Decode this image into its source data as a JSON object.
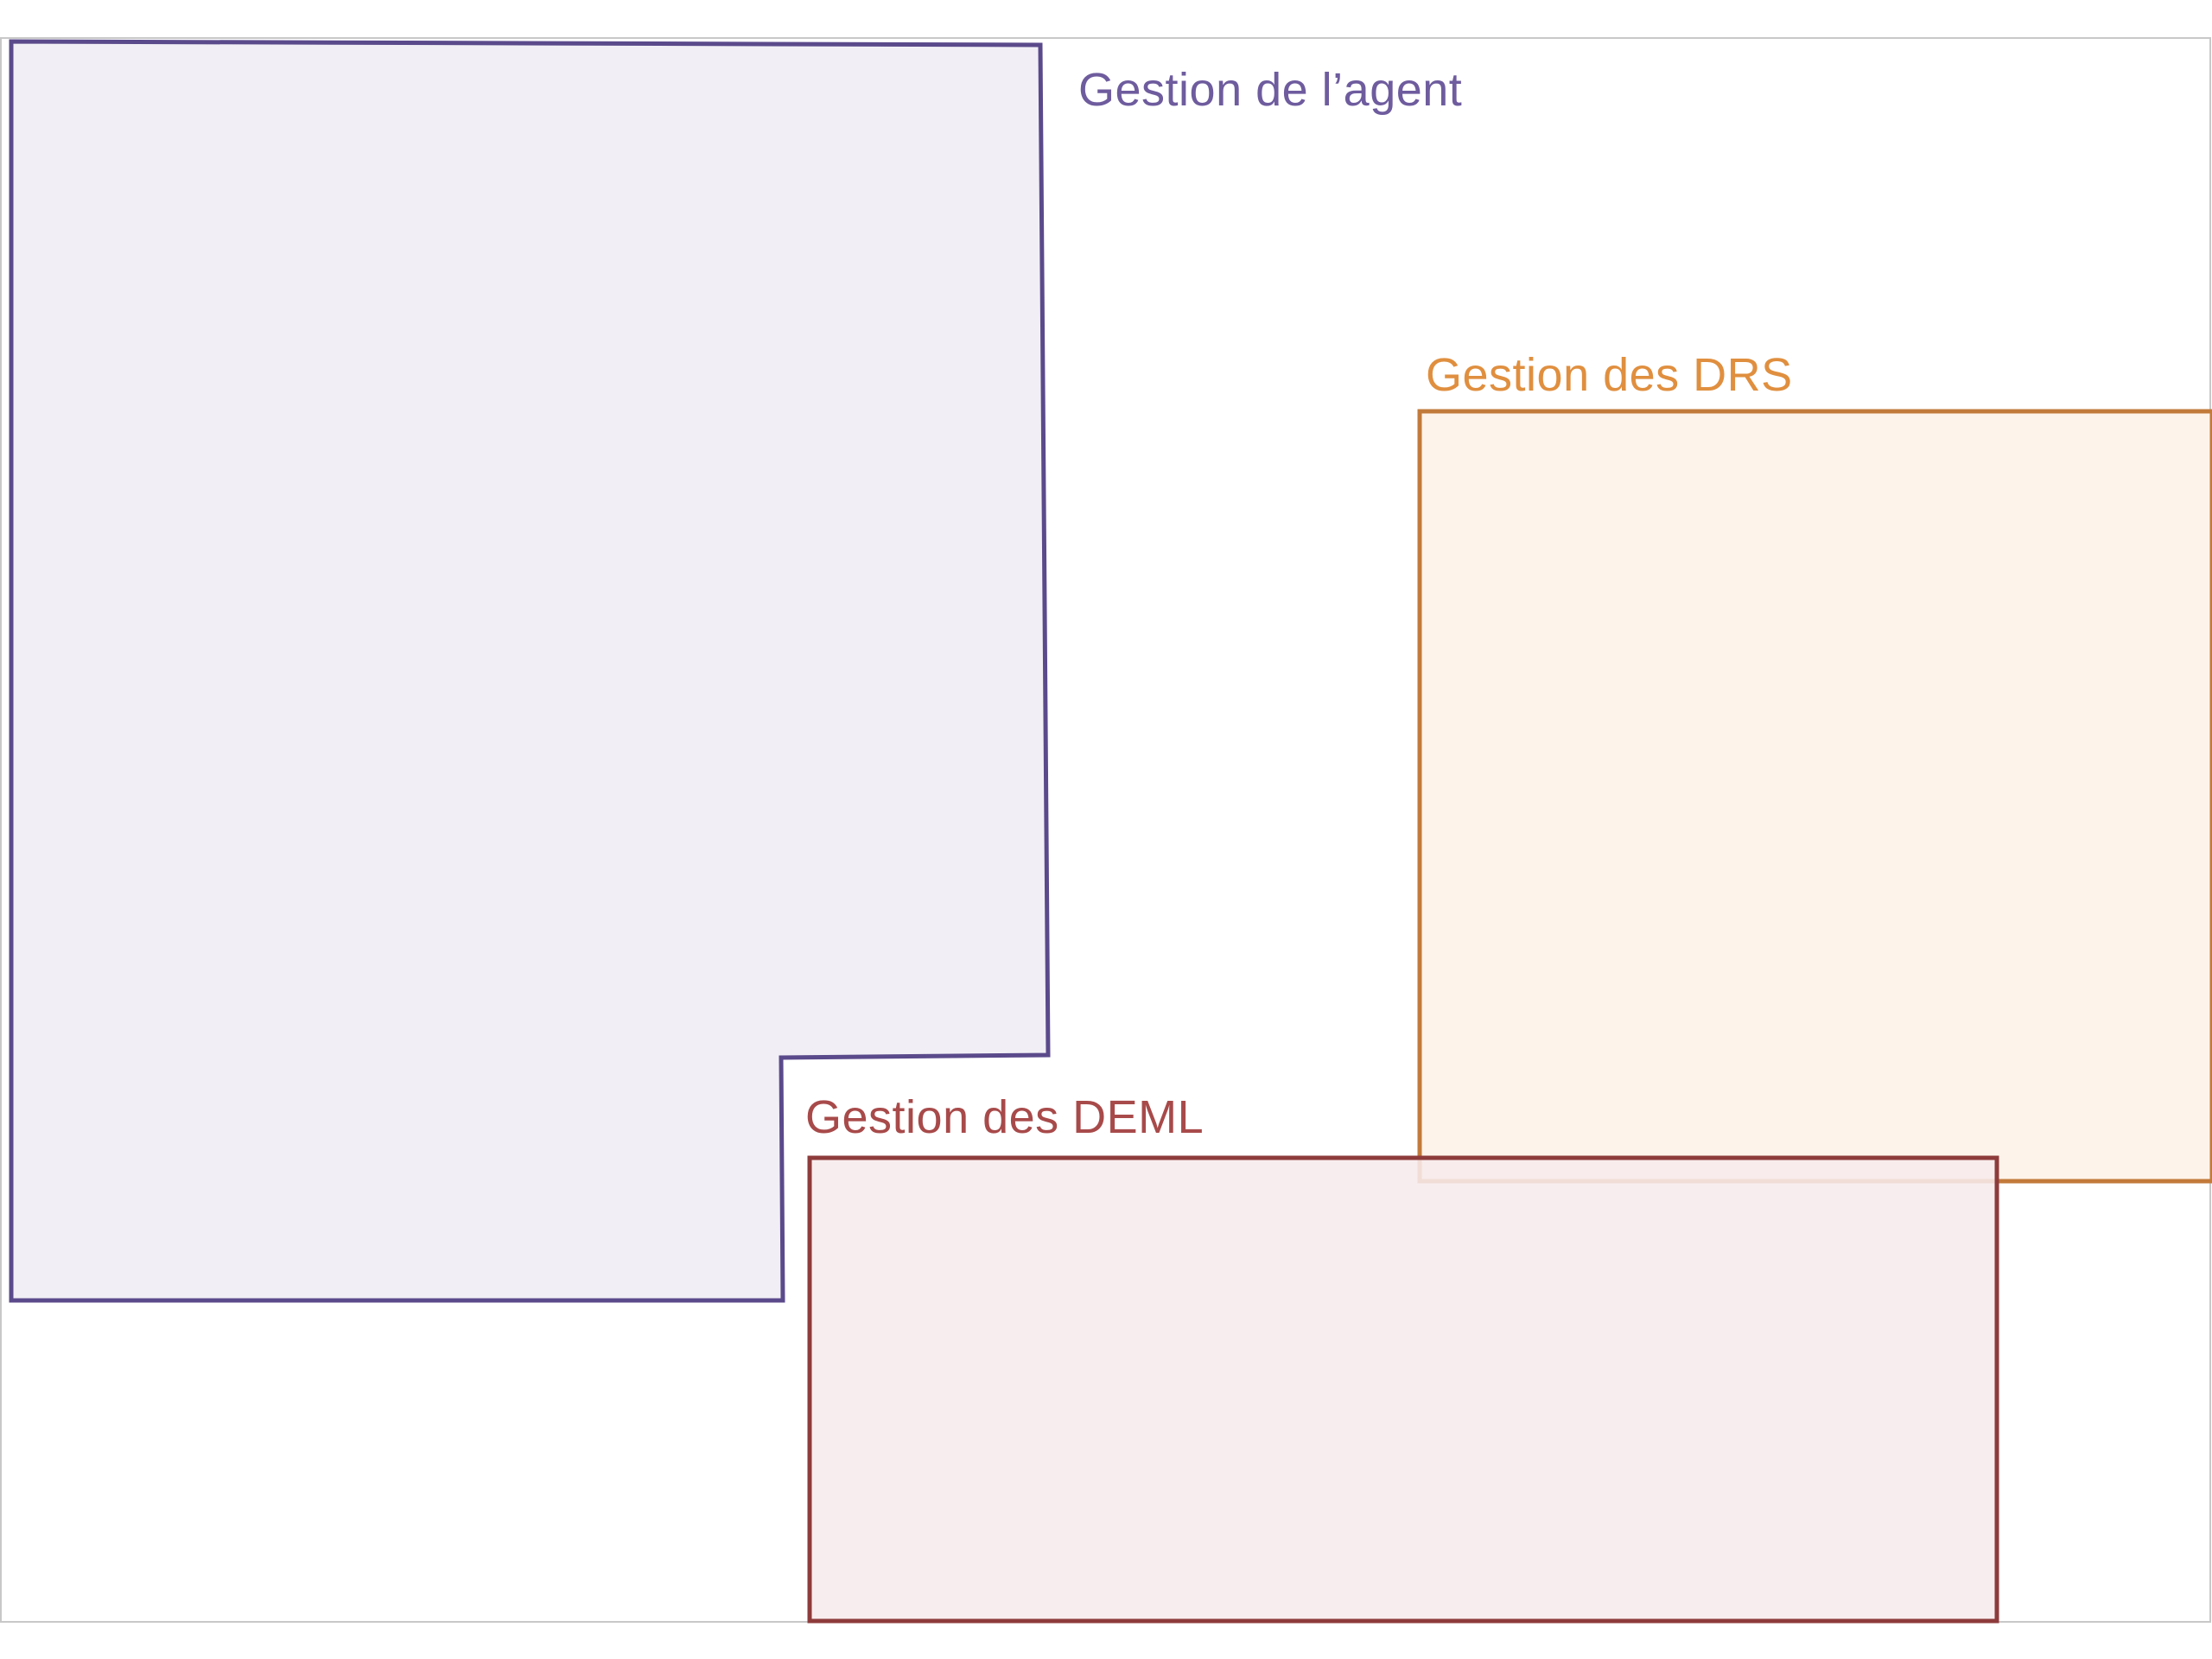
{
  "diagram": {
    "regions": [
      {
        "id": "agent",
        "label": "Gestion de l’agent",
        "stroke": "#5B4A8B",
        "fill": "#F1EFF5",
        "label_color": "#6E5C9E"
      },
      {
        "id": "drs",
        "label": "Gestion des DRS",
        "stroke": "#C27A3A",
        "fill": "#FDF3EA",
        "label_color": "#E08F3F"
      },
      {
        "id": "deml",
        "label": "Gestion des DEML",
        "stroke": "#8E3B3B",
        "fill": "#F7EBEC",
        "label_color": "#A84A4A"
      }
    ],
    "frame_color": "#C8C8C8"
  }
}
